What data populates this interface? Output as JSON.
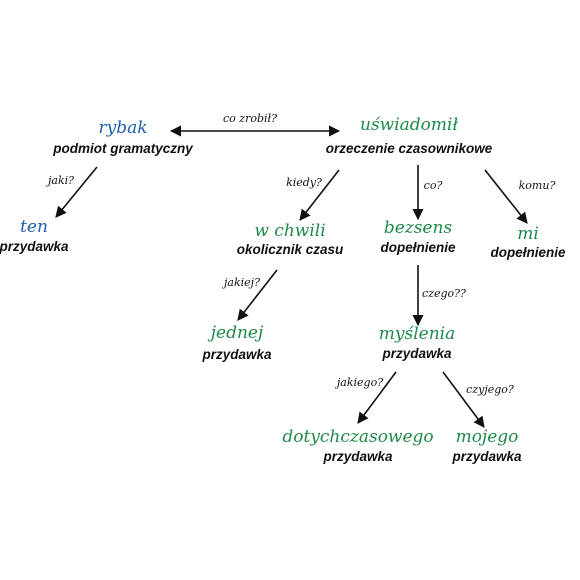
{
  "colors": {
    "subject_group": "#1f5fa8",
    "predicate_group": "#1e8a4a",
    "role": "#111111",
    "edge": "#111111"
  },
  "nodes": {
    "rybak": {
      "word": "rybak",
      "role": "podmiot gramatyczny",
      "group": "subject_group"
    },
    "ten": {
      "word": "ten",
      "role": "przydawka",
      "group": "subject_group"
    },
    "uswiadomil": {
      "word": "uświadomił",
      "role": "orzeczenie czasownikowe",
      "group": "predicate_group"
    },
    "w_chwili": {
      "word": "w chwili",
      "role": "okolicznik czasu",
      "group": "predicate_group"
    },
    "bezsens": {
      "word": "bezsens",
      "role": "dopełnienie",
      "group": "predicate_group"
    },
    "mi": {
      "word": "mi",
      "role": "dopełnienie",
      "group": "predicate_group"
    },
    "jednej": {
      "word": "jednej",
      "role": "przydawka",
      "group": "predicate_group"
    },
    "myslenia": {
      "word": "myślenia",
      "role": "przydawka",
      "group": "predicate_group"
    },
    "dotychczasowego": {
      "word": "dotychczasowego",
      "role": "przydawka",
      "group": "predicate_group"
    },
    "mojego": {
      "word": "mojego",
      "role": "przydawka",
      "group": "predicate_group"
    }
  },
  "edges": [
    {
      "from": "rybak",
      "to": "uswiadomil",
      "question": "co zrobił?",
      "bidirectional": true
    },
    {
      "from": "rybak",
      "to": "ten",
      "question": "jaki?"
    },
    {
      "from": "uswiadomil",
      "to": "w_chwili",
      "question": "kiedy?"
    },
    {
      "from": "uswiadomil",
      "to": "bezsens",
      "question": "co?"
    },
    {
      "from": "uswiadomil",
      "to": "mi",
      "question": "komu?"
    },
    {
      "from": "w_chwili",
      "to": "jednej",
      "question": "jakiej?"
    },
    {
      "from": "bezsens",
      "to": "myslenia",
      "question": "czego??"
    },
    {
      "from": "myslenia",
      "to": "dotychczasowego",
      "question": "jakiego?"
    },
    {
      "from": "myslenia",
      "to": "mojego",
      "question": "czyjego?"
    }
  ]
}
